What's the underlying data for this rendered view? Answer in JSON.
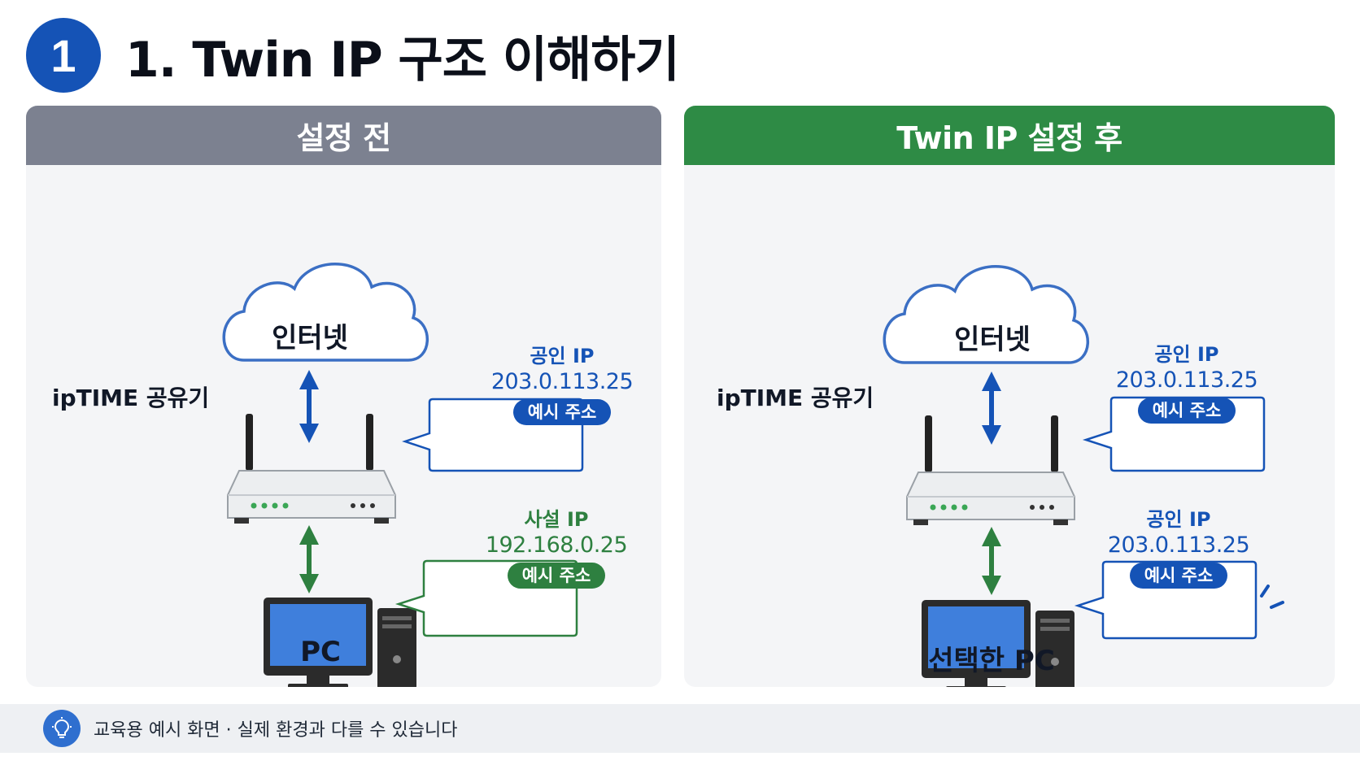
{
  "header": {
    "step_number": "1",
    "title": "1. Twin IP 구조 이해하기"
  },
  "panels": [
    {
      "title": "설정 전",
      "cloud_label": "인터넷",
      "router_label": "ipTIME 공유기",
      "router_callout": {
        "title": "공인 IP",
        "ip": "203.0.113.25",
        "tag": "예시 주소"
      },
      "pc_label": "PC",
      "pc_callout": {
        "title": "사설 IP",
        "ip": "192.168.0.25",
        "tag": "예시 주소"
      }
    },
    {
      "title": "Twin IP 설정 후",
      "cloud_label": "인터넷",
      "router_label": "ipTIME 공유기",
      "router_callout": {
        "title": "공인 IP",
        "ip": "203.0.113.25",
        "tag": "예시 주소"
      },
      "pc_label": "선택한 PC",
      "pc_callout": {
        "title": "공인 IP",
        "ip": "203.0.113.25",
        "tag": "예시 주소"
      }
    }
  ],
  "footer": {
    "icon": "lightbulb-icon",
    "text": "교육용 예시 화면 · 실제 환경과 다를 수 있습니다"
  },
  "colors": {
    "blue": "#1553b6",
    "green": "#2e8040",
    "gray_header": "#7c8190",
    "green_header": "#2e8b45"
  }
}
